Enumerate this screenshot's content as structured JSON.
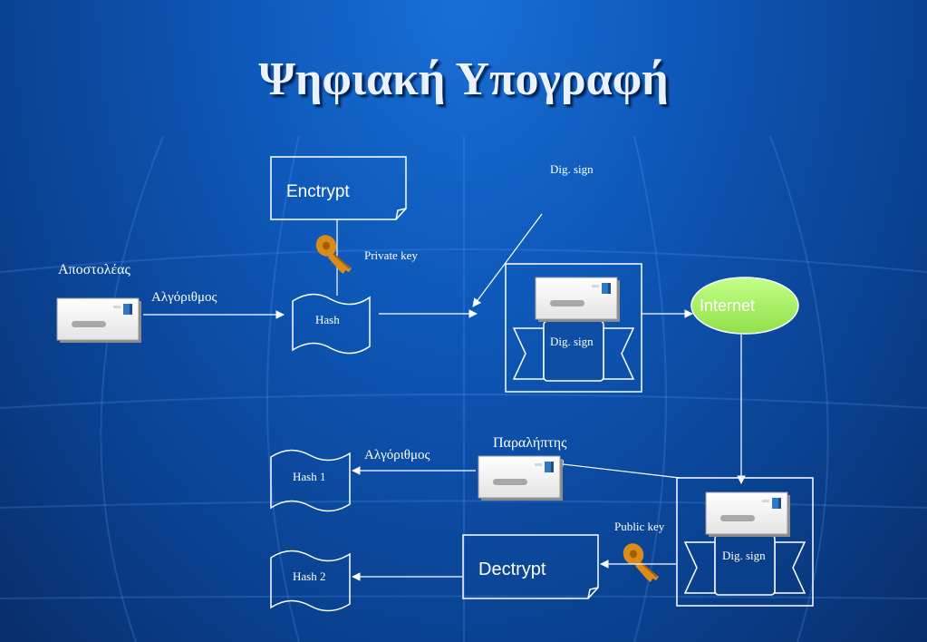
{
  "title": "Ψηφιακή Υπογραφή",
  "labels": {
    "encrypt": "Enctrypt",
    "private_key": "Private  key",
    "dig_sign_top": "Dig. sign",
    "sender": "Αποστολέας",
    "algorithm_top": "Αλγόριθμος",
    "hash": "Hash",
    "dig_sign_packet": "Dig. sign",
    "internet": "Internet",
    "receiver": "Παραλήπτης",
    "algorithm_bottom": "Αλγόριθμος",
    "hash1": "Hash 1",
    "hash2": "Hash 2",
    "decrypt": "Dectrypt",
    "public_key": "Public key",
    "dig_sign_received": "Dig. sign"
  },
  "colors": {
    "background": "#0d58b8",
    "internet_fill": "#aaf06a",
    "key": "#d98c1a",
    "line": "#ffffff"
  },
  "icons": [
    "envelope-icon",
    "key-icon",
    "scroll-icon"
  ]
}
